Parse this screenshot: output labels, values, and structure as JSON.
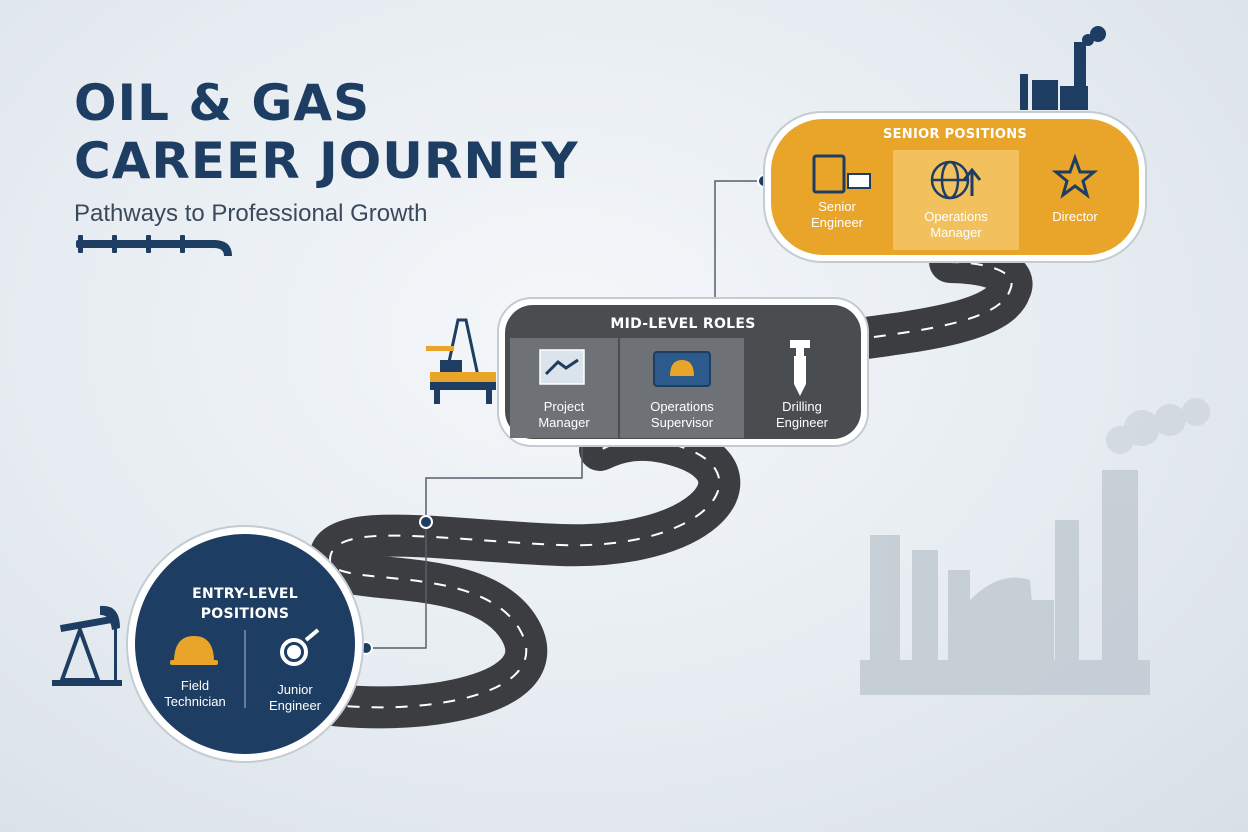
{
  "title": {
    "line1": "OIL & GAS",
    "line2": "CAREER JOURNEY",
    "subtitle": "Pathways to Professional Growth"
  },
  "stages": {
    "entry": {
      "title_line1": "ENTRY-LEVEL",
      "title_line2": "POSITIONS",
      "roles": [
        {
          "line1": "Field",
          "line2": "Technician",
          "icon": "hard-hat-icon"
        },
        {
          "line1": "Junior",
          "line2": "Engineer",
          "icon": "gear-wrench-icon"
        }
      ]
    },
    "mid": {
      "title": "MID-LEVEL ROLES",
      "roles": [
        {
          "line1": "Project",
          "line2": "Manager",
          "icon": "handshake-blueprint-icon"
        },
        {
          "line1": "Operations",
          "line2": "Supervisor",
          "icon": "control-panel-hard-hat-icon"
        },
        {
          "line1": "Drilling",
          "line2": "Engineer",
          "icon": "drill-bit-icon"
        }
      ]
    },
    "senior": {
      "title": "SENIOR POSITIONS",
      "roles": [
        {
          "line1": "Senior",
          "line2": "Engineer",
          "icon": "calculator-icon"
        },
        {
          "line1": "Operations",
          "line2": "Manager",
          "icon": "globe-growth-icon"
        },
        {
          "line1": "Director",
          "line2": "",
          "icon": "star-laurel-icon"
        }
      ]
    }
  },
  "colors": {
    "navy": "#1e3d62",
    "charcoal": "#4a4d50",
    "gold": "#e9a52a",
    "road": "#3b3d40"
  }
}
